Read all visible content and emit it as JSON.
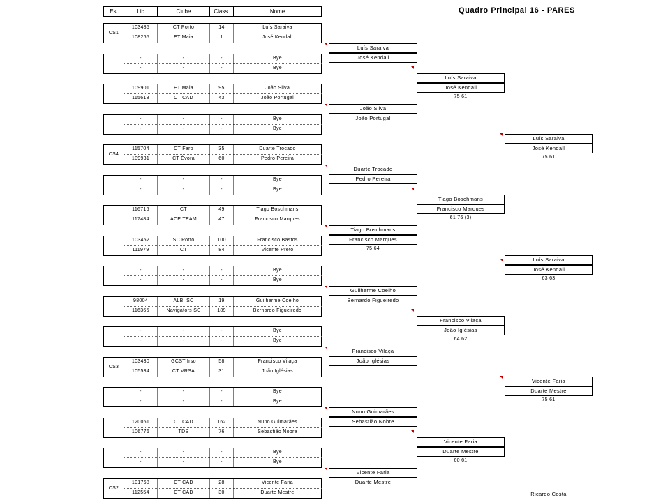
{
  "title": "Quadro Principal 16 - PARES",
  "headers": {
    "est": "Est",
    "lic": "Lic",
    "clube": "Clube",
    "class": "Class.",
    "nome": "Nome"
  },
  "draw": [
    {
      "seed": "CS1",
      "p": [
        {
          "lic": "103485",
          "clube": "CT Porto",
          "cls": "14",
          "nome": "Luís Saraiva"
        },
        {
          "lic": "108265",
          "clube": "ET Maia",
          "cls": "1",
          "nome": "José Kendall"
        }
      ]
    },
    {
      "seed": "",
      "p": [
        {
          "lic": "-",
          "clube": "-",
          "cls": "-",
          "nome": "Bye"
        },
        {
          "lic": "-",
          "clube": "-",
          "cls": "-",
          "nome": "Bye"
        }
      ]
    },
    {
      "seed": "",
      "p": [
        {
          "lic": "109901",
          "clube": "ET Maia",
          "cls": "95",
          "nome": "João Silva"
        },
        {
          "lic": "115618",
          "clube": "CT CAD",
          "cls": "43",
          "nome": "João Portugal"
        }
      ]
    },
    {
      "seed": "",
      "p": [
        {
          "lic": "-",
          "clube": "-",
          "cls": "-",
          "nome": "Bye"
        },
        {
          "lic": "-",
          "clube": "-",
          "cls": "-",
          "nome": "Bye"
        }
      ]
    },
    {
      "seed": "CS4",
      "p": [
        {
          "lic": "115704",
          "clube": "CT Faro",
          "cls": "35",
          "nome": "Duarte Trocado"
        },
        {
          "lic": "109931",
          "clube": "CT Évora",
          "cls": "60",
          "nome": "Pedro Pereira"
        }
      ]
    },
    {
      "seed": "",
      "p": [
        {
          "lic": "-",
          "clube": "-",
          "cls": "-",
          "nome": "Bye"
        },
        {
          "lic": "-",
          "clube": "-",
          "cls": "-",
          "nome": "Bye"
        }
      ]
    },
    {
      "seed": "",
      "p": [
        {
          "lic": "116716",
          "clube": "CT",
          "cls": "49",
          "nome": "Tiago Boschmans"
        },
        {
          "lic": "117484",
          "clube": "ACE TEAM",
          "cls": "47",
          "nome": "Francisco Marques"
        }
      ]
    },
    {
      "seed": "",
      "p": [
        {
          "lic": "103452",
          "clube": "SC Porto",
          "cls": "100",
          "nome": "Francisco Bastos"
        },
        {
          "lic": "111979",
          "clube": "CT",
          "cls": "84",
          "nome": "Vicente Preto"
        }
      ]
    },
    {
      "seed": "",
      "p": [
        {
          "lic": "-",
          "clube": "-",
          "cls": "-",
          "nome": "Bye"
        },
        {
          "lic": "-",
          "clube": "-",
          "cls": "-",
          "nome": "Bye"
        }
      ]
    },
    {
      "seed": "",
      "p": [
        {
          "lic": "98004",
          "clube": "ALBI SC",
          "cls": "19",
          "nome": "Guilherme Coelho"
        },
        {
          "lic": "116365",
          "clube": "Navigators SC",
          "cls": "189",
          "nome": "Bernardo Figueiredo"
        }
      ]
    },
    {
      "seed": "",
      "p": [
        {
          "lic": "-",
          "clube": "-",
          "cls": "-",
          "nome": "Bye"
        },
        {
          "lic": "-",
          "clube": "-",
          "cls": "-",
          "nome": "Bye"
        }
      ]
    },
    {
      "seed": "CS3",
      "p": [
        {
          "lic": "103430",
          "clube": "GCST Irso",
          "cls": "58",
          "nome": "Francisco Vilaça"
        },
        {
          "lic": "105534",
          "clube": "CT VRSA",
          "cls": "31",
          "nome": "João Iglésias"
        }
      ]
    },
    {
      "seed": "",
      "p": [
        {
          "lic": "-",
          "clube": "-",
          "cls": "-",
          "nome": "Bye"
        },
        {
          "lic": "-",
          "clube": "-",
          "cls": "-",
          "nome": "Bye"
        }
      ]
    },
    {
      "seed": "",
      "p": [
        {
          "lic": "120061",
          "clube": "CT CAD",
          "cls": "162",
          "nome": "Nuno Guimarães"
        },
        {
          "lic": "106776",
          "clube": "TDS",
          "cls": "76",
          "nome": "Sebastião Nobre"
        }
      ]
    },
    {
      "seed": "",
      "p": [
        {
          "lic": "-",
          "clube": "-",
          "cls": "-",
          "nome": "Bye"
        },
        {
          "lic": "-",
          "clube": "-",
          "cls": "-",
          "nome": "Bye"
        }
      ]
    },
    {
      "seed": "CS2",
      "p": [
        {
          "lic": "101768",
          "clube": "CT CAD",
          "cls": "28",
          "nome": "Vicente Faria"
        },
        {
          "lic": "112554",
          "clube": "CT CAD",
          "cls": "30",
          "nome": "Duarte Mestre"
        }
      ]
    }
  ],
  "r1": [
    {
      "a": "Luís Saraiva",
      "b": "José Kendall",
      "score": ""
    },
    {
      "a": "João Silva",
      "b": "João Portugal",
      "score": ""
    },
    {
      "a": "Duarte Trocado",
      "b": "Pedro Pereira",
      "score": ""
    },
    {
      "a": "Tiago Boschmans",
      "b": "Francisco Marques",
      "score": "75 64"
    },
    {
      "a": "Guilherme Coelho",
      "b": "Bernardo Figueiredo",
      "score": ""
    },
    {
      "a": "Francisco Vilaça",
      "b": "João Iglésias",
      "score": ""
    },
    {
      "a": "Nuno Guimarães",
      "b": "Sebastião Nobre",
      "score": ""
    },
    {
      "a": "Vicente Faria",
      "b": "Duarte Mestre",
      "score": ""
    }
  ],
  "r2": [
    {
      "a": "Luís Saraiva",
      "b": "José Kendall",
      "score": "75 61"
    },
    {
      "a": "Tiago Boschmans",
      "b": "Francisco Marques",
      "score": "61 76 (3)"
    },
    {
      "a": "Francisco Vilaça",
      "b": "João Iglésias",
      "score": "64 62"
    },
    {
      "a": "Vicente Faria",
      "b": "Duarte Mestre",
      "score": "60 61"
    }
  ],
  "r3": [
    {
      "a": "Luís Saraiva",
      "b": "José Kendall",
      "score": "75 61"
    },
    {
      "a": "Vicente Faria",
      "b": "Duarte Mestre",
      "score": "75 61"
    }
  ],
  "final": {
    "a": "Luís Saraiva",
    "b": "José Kendall",
    "score": "63 63"
  },
  "referee": "Ricardo Costa",
  "colors": {
    "marker": "#c00000"
  }
}
